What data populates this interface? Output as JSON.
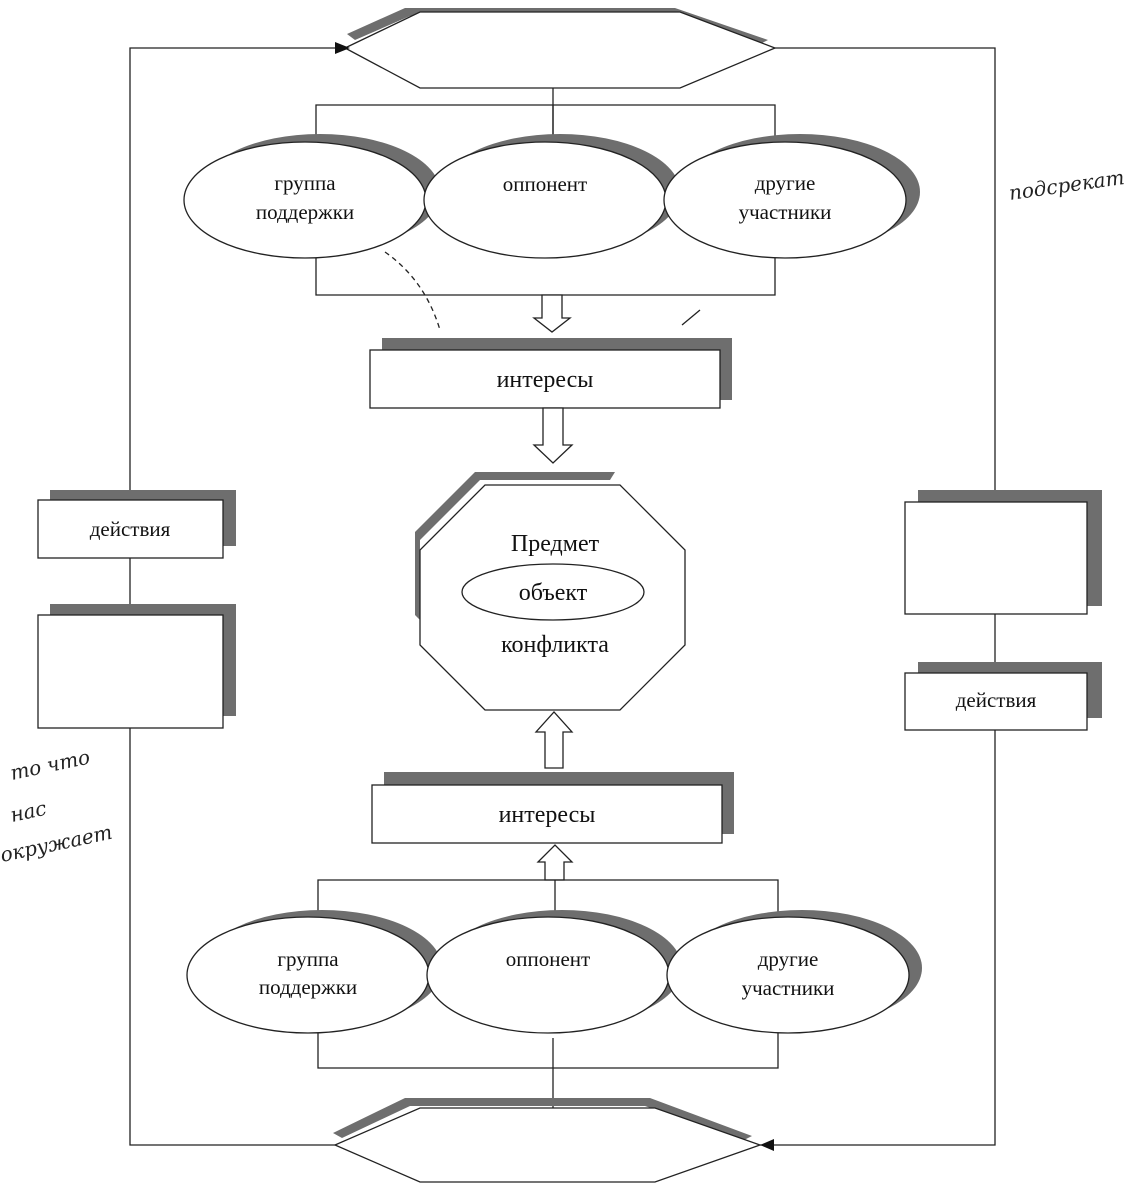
{
  "top_group": {
    "support": [
      "группа",
      "поддержки"
    ],
    "opponent": [
      "оппонент"
    ],
    "others": [
      "другие",
      "участники"
    ]
  },
  "bottom_group": {
    "support": [
      "группа",
      "поддержки"
    ],
    "opponent": [
      "оппонент"
    ],
    "others": [
      "другие",
      "участники"
    ]
  },
  "interests_top": "интересы",
  "interests_bottom": "интересы",
  "subject": {
    "line1": "Предмет",
    "object": "объект",
    "line2": "конфликта"
  },
  "actions_left": "действия",
  "actions_right": "действия",
  "handwriting": {
    "right_note": "подсрекат",
    "left_note": [
      "то что",
      "нас",
      "окружает"
    ]
  }
}
